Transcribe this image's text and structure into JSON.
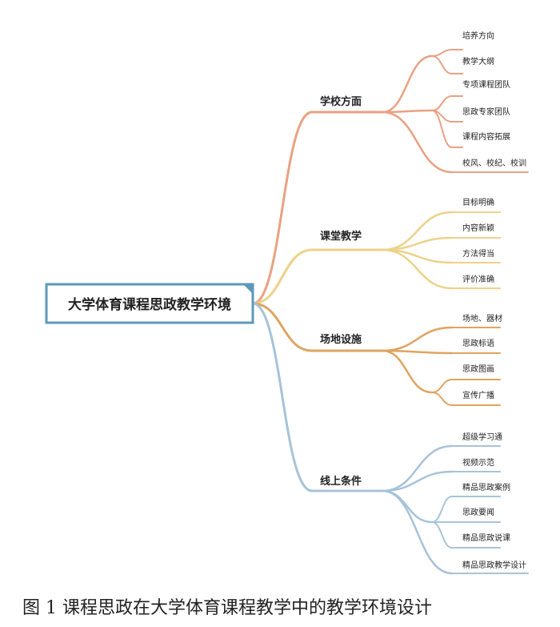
{
  "root": "大学体育课程思政教学环境",
  "caption": "图 1  课程思政在大学体育课程教学中的教学环境设计",
  "colors": {
    "root_border": "#5e98b8",
    "root_fill": "#ffffff",
    "text": "#222222"
  },
  "branches": [
    {
      "label": "学校方面",
      "color": "#e9a183",
      "items": [
        "培养方向",
        "教学大纲",
        "专项课程团队",
        "思政专家团队",
        "课程内容拓展",
        "校风、校纪、校训"
      ]
    },
    {
      "label": "课堂教学",
      "color": "#ecd28a",
      "items": [
        "目标明确",
        "内容新颖",
        "方法得当",
        "评价准确"
      ]
    },
    {
      "label": "场地设施",
      "color": "#dfa460",
      "items": [
        "场地、器材",
        "思政标语",
        "思政图画",
        "宣传广播"
      ]
    },
    {
      "label": "线上条件",
      "color": "#a7c3d9",
      "items": [
        "超级学习通",
        "视频示范",
        "精品思政案例",
        "思政要闻",
        "精品思政说课",
        "精品思政教学设计"
      ]
    }
  ]
}
